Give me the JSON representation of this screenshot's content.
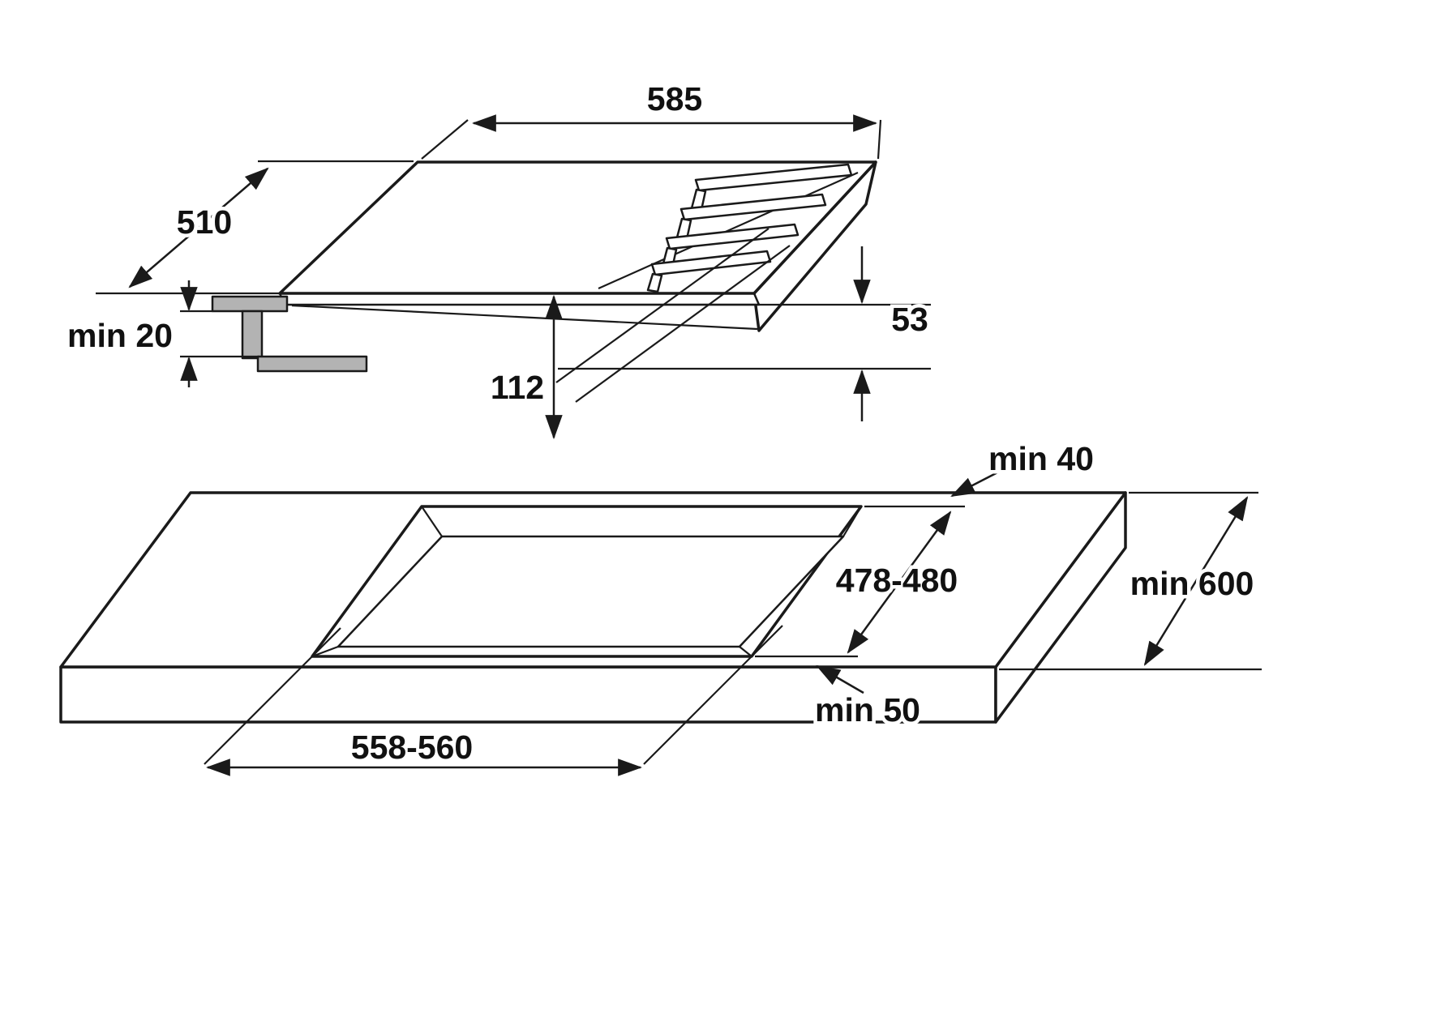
{
  "colors": {
    "line": "#1a1a1a",
    "section_fill": "#b3b3b3",
    "background": "#ffffff"
  },
  "hob": {
    "width_mm": "585",
    "depth_mm": "510",
    "height_mm": "53",
    "installation_depth_mm": "112",
    "min_clearance_below": "min 20"
  },
  "worktop": {
    "min_distance_rear": "min 40",
    "cutout_depth_mm": "478-480",
    "min_depth": "min 600",
    "min_distance_front": "min 50",
    "cutout_width_mm": "558-560"
  }
}
